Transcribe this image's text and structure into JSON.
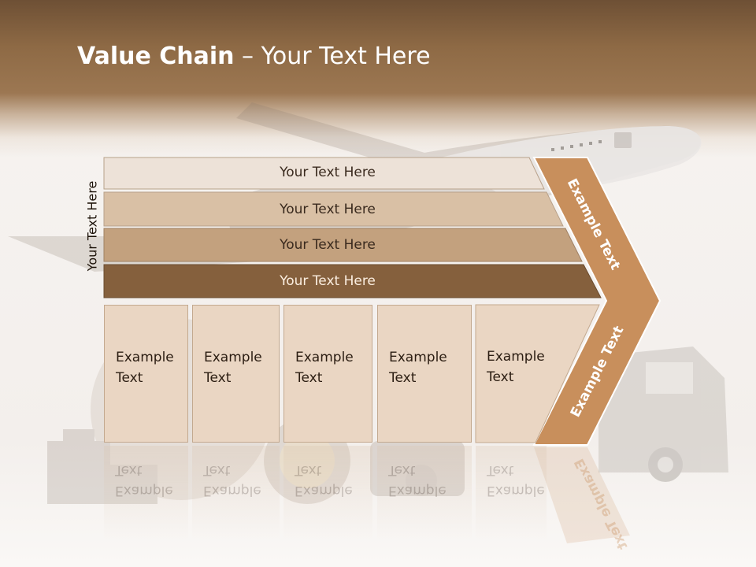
{
  "slide": {
    "title_bold": "Value Chain",
    "title_rest": " – Your Text Here",
    "vertical_label": "Your Text Here",
    "rows": [
      {
        "label": "Your Text Here",
        "color": "#ede2d8"
      },
      {
        "label": "Your Text Here",
        "color": "#d9c0a5"
      },
      {
        "label": "Your Text Here",
        "color": "#c3a17e"
      },
      {
        "label": "Your Text Here",
        "color": "#85603d"
      }
    ],
    "boxes": [
      {
        "label": "Example\nText"
      },
      {
        "label": "Example\nText"
      },
      {
        "label": "Example\nText"
      },
      {
        "label": "Example\nText"
      },
      {
        "label": "Example\nText"
      }
    ],
    "chevron": {
      "upper_text": "Example Text",
      "lower_text": "Example Text",
      "color": "#c88f5c"
    },
    "colors": {
      "header": "#8e6a45",
      "box_fill": "#ead6c3",
      "box_border": "#c3a98f"
    }
  }
}
